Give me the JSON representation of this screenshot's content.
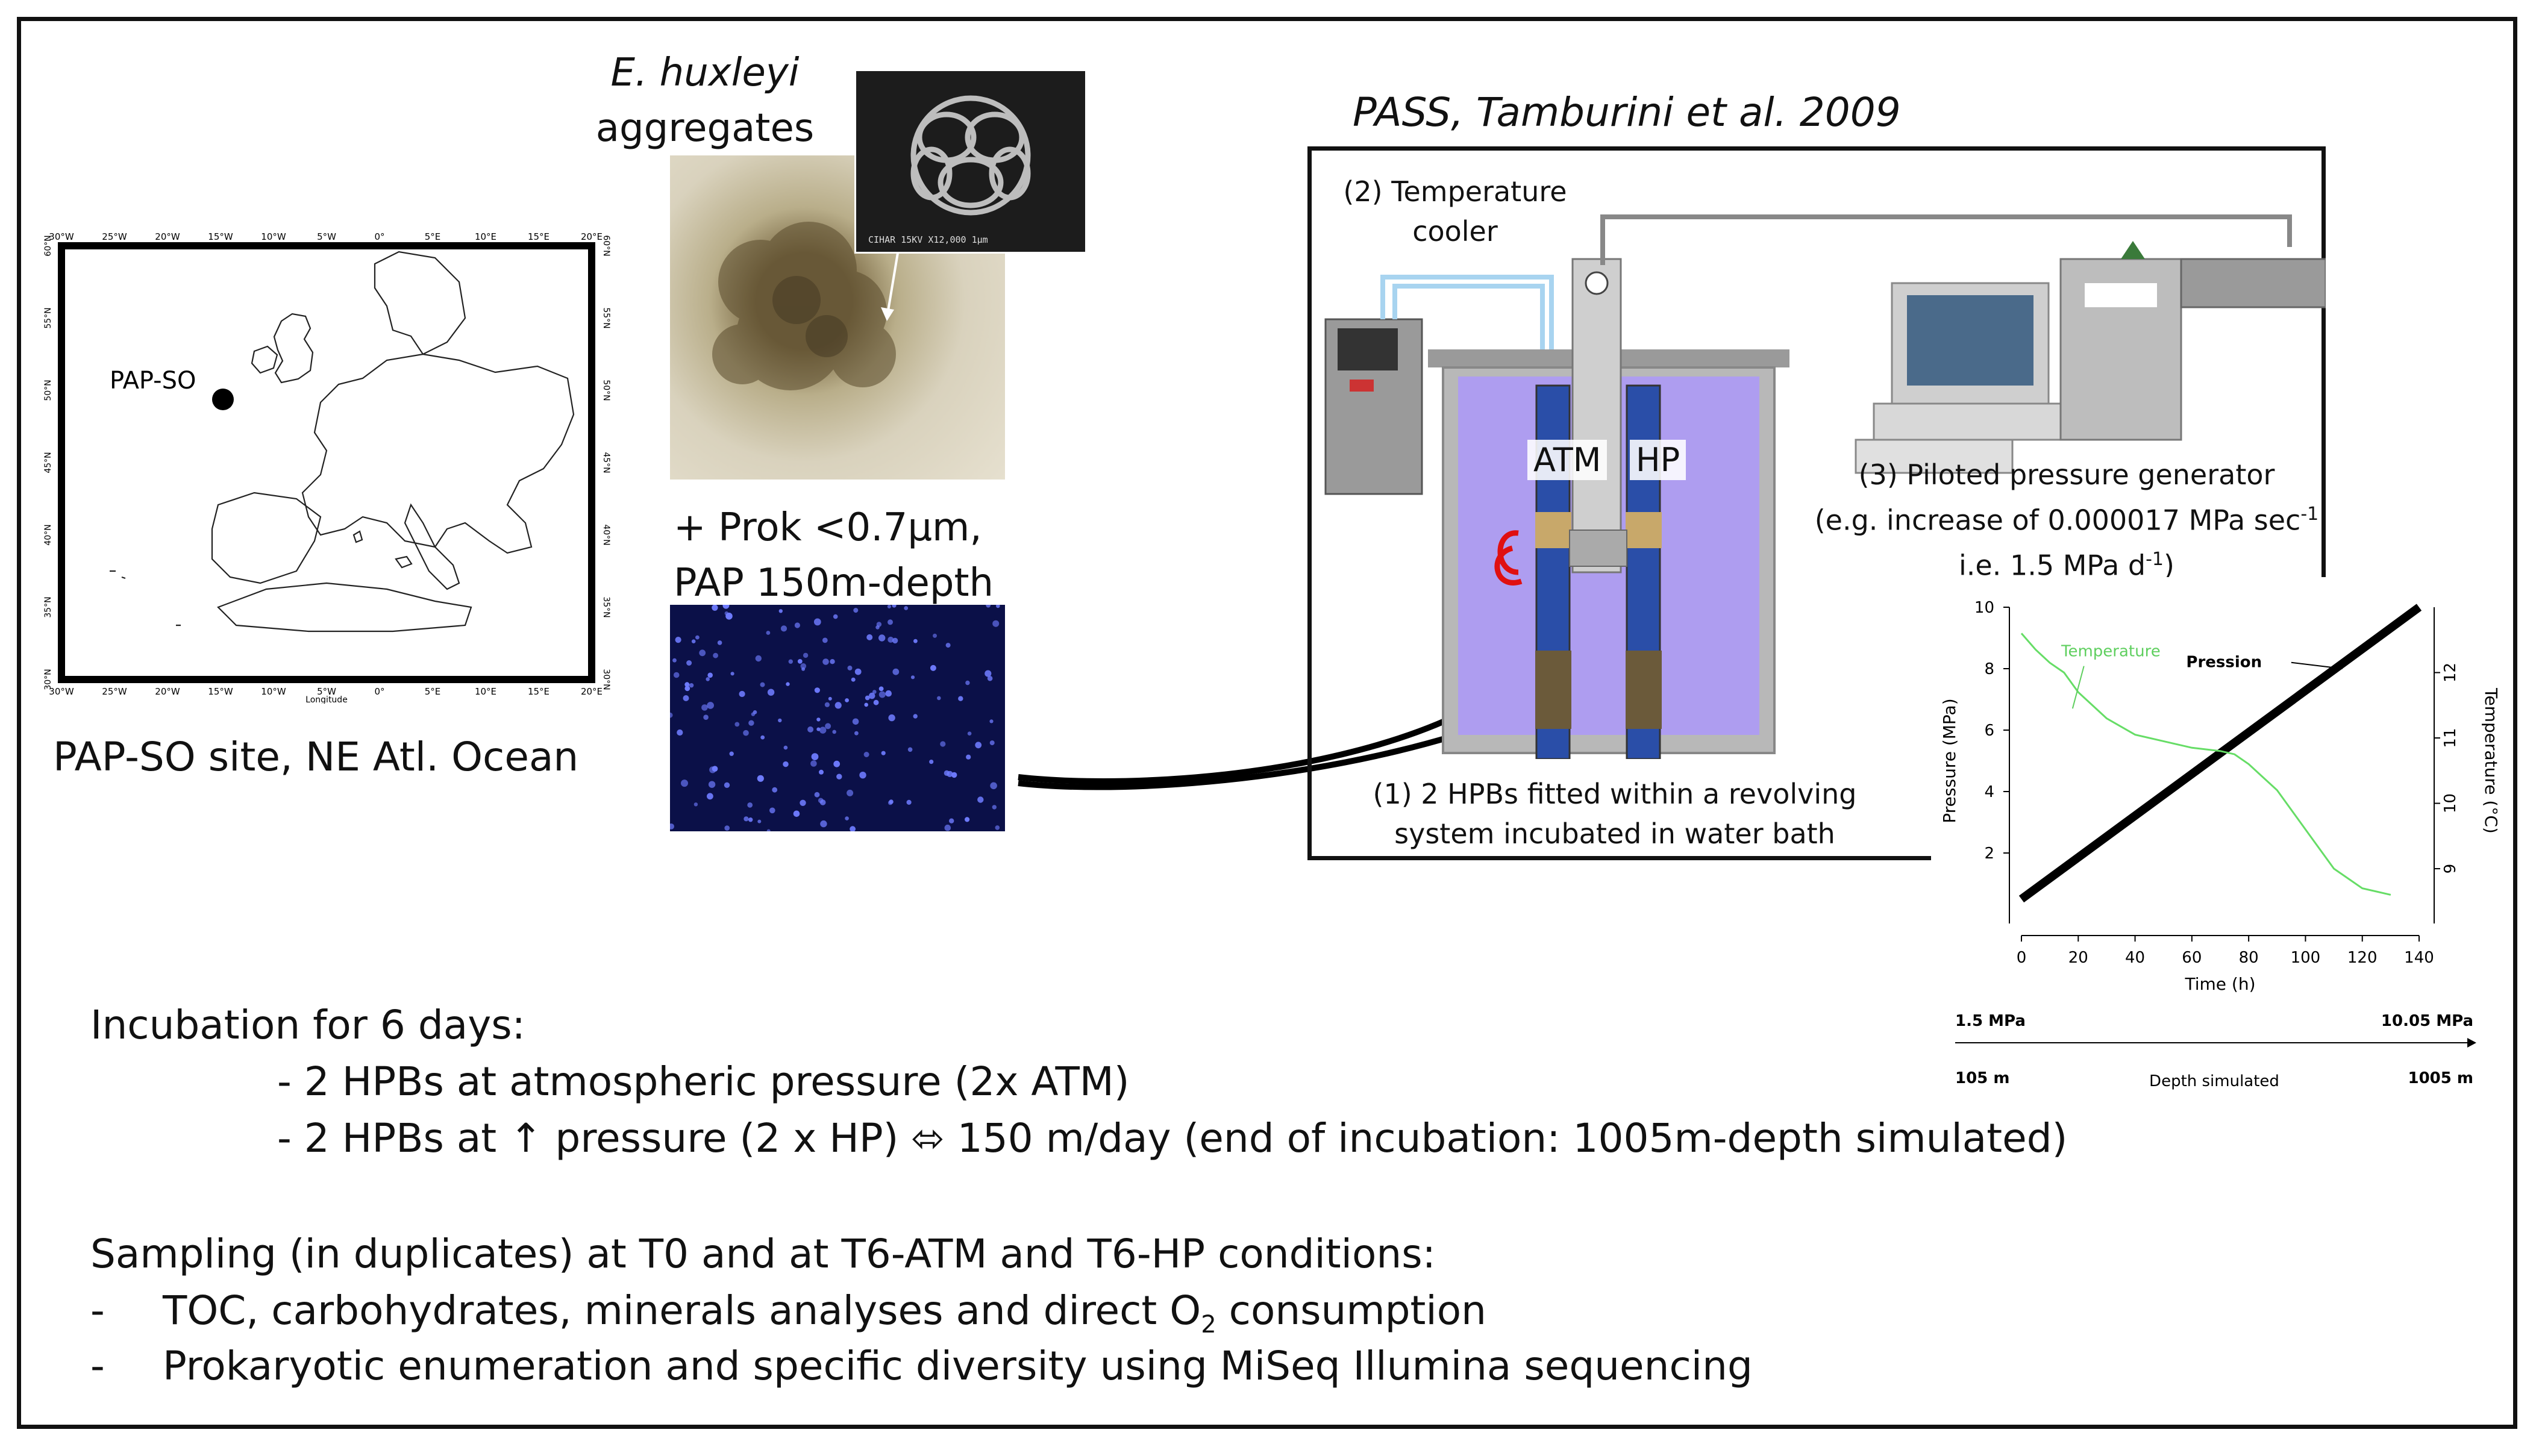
{
  "map": {
    "site_label": "PAP-SO",
    "caption": "PAP-SO site, NE Atl. Ocean",
    "axis_title": "Longitude",
    "lon_ticks": [
      "30°W",
      "25°W",
      "20°W",
      "15°W",
      "10°W",
      "5°W",
      "0°",
      "5°E",
      "10°E",
      "15°E",
      "20°E"
    ],
    "lat_ticks": [
      "60°N",
      "55°N",
      "50°N",
      "45°N",
      "40°N",
      "35°N",
      "30°N"
    ]
  },
  "ehux": {
    "title_italic": "E. huxleyi",
    "title_rest": "aggregates",
    "sem_caption": "CIHAR 15KV X12,000 1µm"
  },
  "prok": {
    "line1": "+ Prok <0.7µm,",
    "line2": "PAP 150m-depth"
  },
  "pass": {
    "title": "PASS, Tamburini et al. 2009",
    "cooler": [
      "(2) Temperature",
      "cooler"
    ],
    "atm": "ATM",
    "hp": "HP",
    "generator": [
      "(3) Piloted pressure generator"
    ],
    "gen_line2_pre": "(e.g. increase of 0.000017 MPa sec",
    "gen_line2_sup": "-1",
    "gen_line3_pre": "i.e. 1.5 MPa d",
    "gen_line3_sup": "-1",
    "gen_line3_post": ")",
    "hpb": [
      "(1) 2 HPBs fitted within a revolving",
      "system incubated in water bath"
    ]
  },
  "chart_data": {
    "type": "line",
    "xlabel": "Time (h)",
    "ylabel": "Pressure (MPa)",
    "y2label": "Temperature (°C)",
    "xlim": [
      0,
      140
    ],
    "ylim": [
      0,
      10
    ],
    "y2lim": [
      8.3,
      13.0
    ],
    "x_ticks": [
      "0",
      "20",
      "40",
      "60",
      "80",
      "100",
      "120",
      "140"
    ],
    "y_ticks": [
      "2",
      "4",
      "6",
      "8",
      "10"
    ],
    "y2_ticks": [
      "9",
      "10",
      "11",
      "12"
    ],
    "series": [
      {
        "name": "Pression",
        "color": "#000000",
        "x": [
          0,
          140
        ],
        "y": [
          0.5,
          10.0
        ],
        "axis": "left"
      },
      {
        "name": "Temperature",
        "color": "#66dd66",
        "x": [
          0,
          5,
          10,
          15,
          20,
          30,
          40,
          50,
          60,
          70,
          75,
          80,
          85,
          90,
          100,
          110,
          120,
          130
        ],
        "y": [
          12.6,
          12.35,
          12.15,
          12.0,
          11.7,
          11.3,
          11.05,
          10.95,
          10.85,
          10.8,
          10.75,
          10.6,
          10.4,
          10.2,
          9.6,
          9.0,
          8.7,
          8.6
        ],
        "axis": "right"
      }
    ],
    "annotations": {
      "temperature": "Temperature",
      "pression": "Pression"
    },
    "footer": {
      "p_start": "1.5 MPa",
      "p_end": "10.05 MPa",
      "d_start": "105 m",
      "d_mid": "Depth simulated",
      "d_end": "1005 m"
    }
  },
  "text": {
    "incubation": "Incubation for 6 days:",
    "atm_line": "- 2 HPBs at atmospheric pressure (2x ATM)",
    "hp_pre": "- 2 HPBs at ",
    "hp_arrow": "↑",
    "hp_mid": " pressure (2 x HP) ",
    "hp_iff": "⬄",
    "hp_post": " 150 m/day (end of incubation: 1005m-depth simulated)",
    "sampling": "Sampling (in duplicates) at T0 and at T6-ATM and T6-HP conditions:",
    "bullet": "-",
    "item1_pre": "TOC, carbohydrates, minerals analyses and direct O",
    "item1_sub": "2",
    "item1_post": " consumption",
    "item2": "Prokaryotic enumeration and specific diversity using MiSeq Illumina sequencing"
  }
}
